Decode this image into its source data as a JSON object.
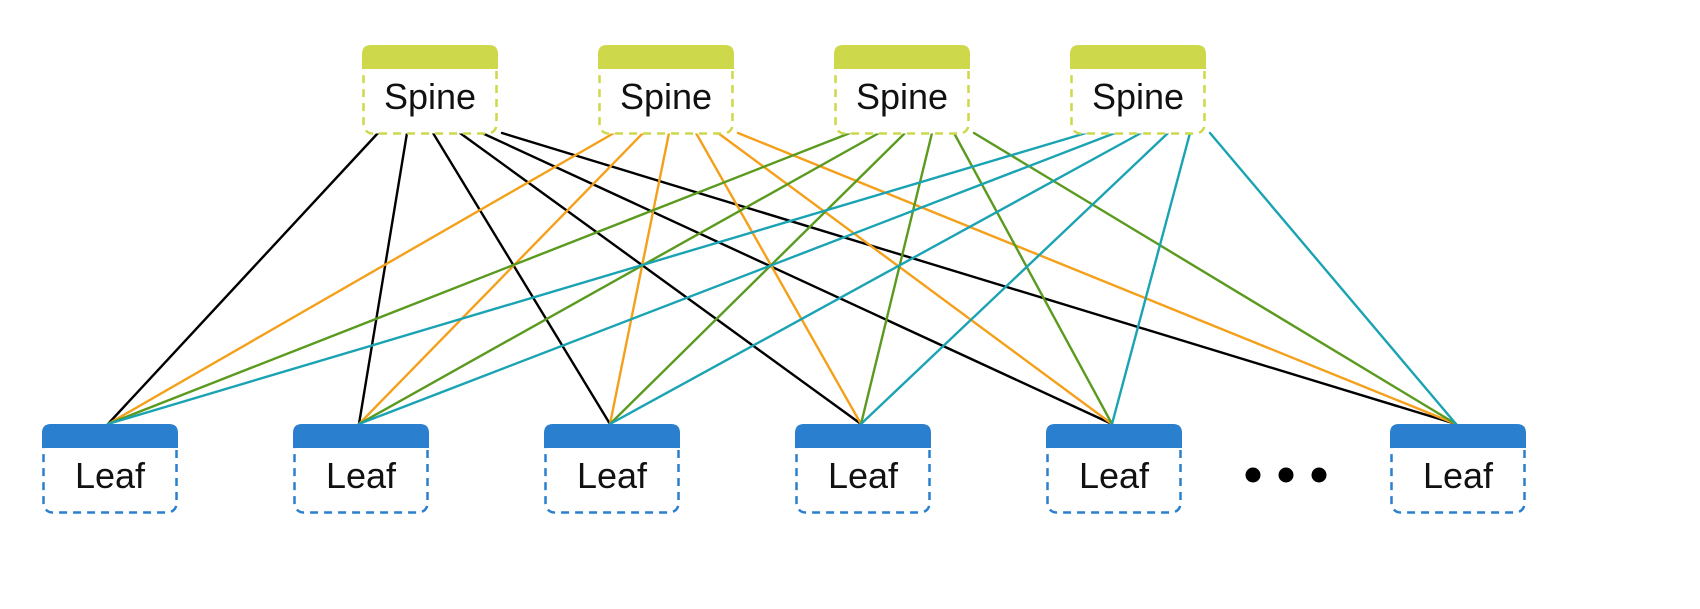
{
  "colors": {
    "spine_accent": "#cdd94a",
    "leaf_accent": "#2b7fcf",
    "link_colors": [
      "#000000",
      "#f5a01a",
      "#5a9a1e",
      "#1aa3b3"
    ],
    "ellipsis": "#000000"
  },
  "spines": [
    {
      "label": "Spine"
    },
    {
      "label": "Spine"
    },
    {
      "label": "Spine"
    },
    {
      "label": "Spine"
    }
  ],
  "leaves": [
    {
      "label": "Leaf"
    },
    {
      "label": "Leaf"
    },
    {
      "label": "Leaf"
    },
    {
      "label": "Leaf"
    },
    {
      "label": "Leaf"
    },
    {
      "label": "Leaf"
    }
  ],
  "ellipsis_after_leaf": 5
}
